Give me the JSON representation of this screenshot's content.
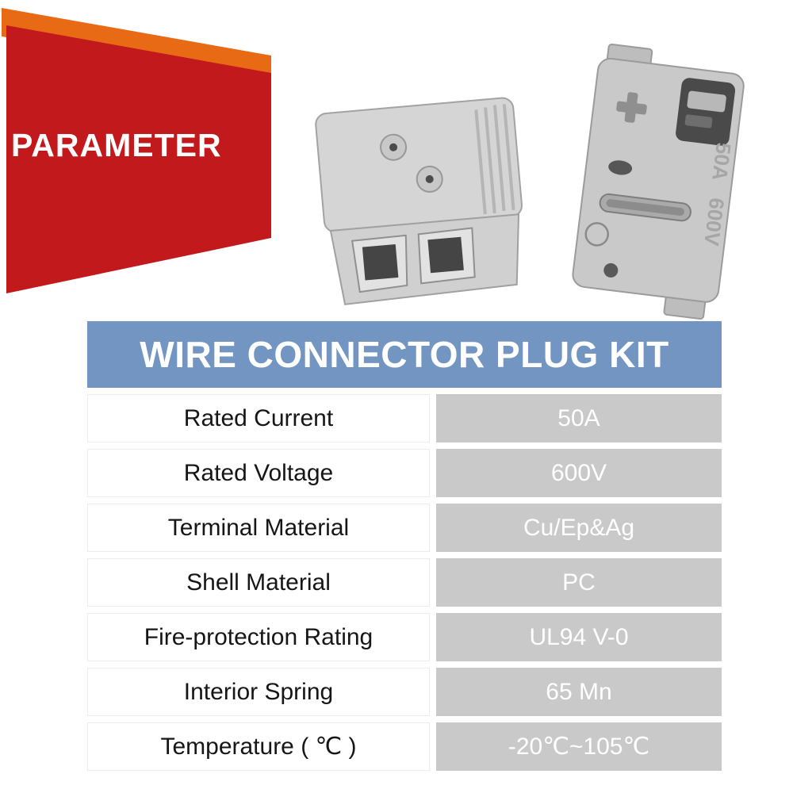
{
  "banner": {
    "label": "PARAMETER"
  },
  "header": {
    "title": "WIRE CONNECTOR PLUG KIT"
  },
  "table": {
    "rows": [
      {
        "label": "Rated Current",
        "value": "50A"
      },
      {
        "label": "Rated Voltage",
        "value": "600V"
      },
      {
        "label": "Terminal Material",
        "value": "Cu/Ep&Ag"
      },
      {
        "label": "Shell Material",
        "value": "PC"
      },
      {
        "label": "Fire-protection Rating",
        "value": "UL94 V-0"
      },
      {
        "label": "Interior Spring",
        "value": "65 Mn"
      },
      {
        "label": "Temperature ( ℃ )",
        "value": "-20℃~105℃"
      }
    ]
  },
  "connectors": {
    "markings": {
      "current": "50A",
      "voltage": "600V"
    }
  },
  "colors": {
    "banner_red": "#c2191d",
    "banner_orange": "#e96a15",
    "header_blue": "#7295c2",
    "value_cell_gray": "#c9c9c9",
    "text_white": "#ffffff",
    "text_black": "#161616"
  }
}
